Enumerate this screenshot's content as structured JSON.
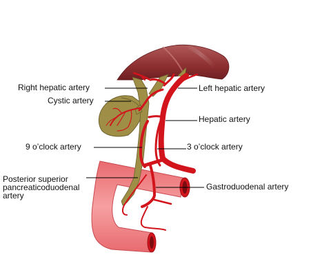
{
  "labels": {
    "right_hepatic_artery": "Right hepatic artery",
    "cystic_artery": "Cystic artery",
    "nine_oclock_artery": "9 o’clock artery",
    "posterior_superior_line1": "Posterior superior",
    "posterior_superior_line2": "pancreaticoduodenal",
    "posterior_superior_line3": "artery",
    "left_hepatic_artery": "Left hepatic artery",
    "hepatic_artery": "Hepatic artery",
    "three_oclock_artery": "3 o’clock artery",
    "gastroduodenal_artery": "Gastroduodenal artery"
  },
  "colors": {
    "artery_red": "#d2141c",
    "bile_duct_olive": "#9e8e46",
    "gallbladder_olive": "#9e8e46",
    "liver_maroon": "#9a3b3b",
    "duodenum_pink": "#f07d7d"
  }
}
